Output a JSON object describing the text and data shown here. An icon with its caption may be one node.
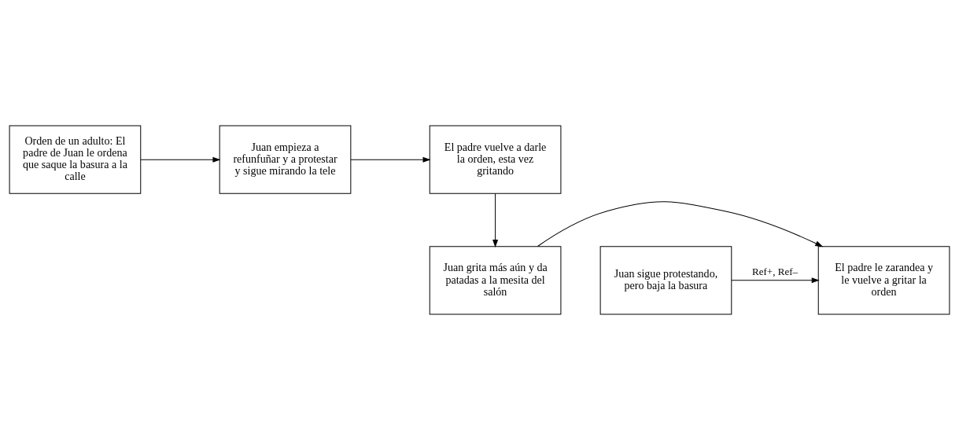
{
  "diagram": {
    "nodes": [
      {
        "text": [
          "Orden de un adulto: El padre de Juan le ordena que saque la basura a la calle"
        ]
      },
      {
        "text": [
          "Juan empieza a refunfuñar y a protestar y sigue mirando la tele"
        ]
      },
      {
        "text": [
          "El padre vuelve a darle la orden, esta vez gritando"
        ]
      },
      {
        "text": [
          "Juan grita más aún y da patadas a la mesita del salón"
        ]
      },
      {
        "text": [
          "El padre le zarandea y le vuelve a gritar la orden"
        ]
      },
      {
        "text": [
          "Juan sigue protestando, pero baja la basura"
        ]
      }
    ],
    "edges": [
      {
        "from": 0,
        "to": 1,
        "arrow": "to"
      },
      {
        "from": 1,
        "to": 2,
        "arrow": "to"
      },
      {
        "from": 2,
        "to": 3,
        "arrow": "to"
      },
      {
        "from": 3,
        "to": 4,
        "arrow": "to"
      },
      {
        "from": 5,
        "to": 4,
        "arrow": "to",
        "label": "Ref+, Ref–"
      }
    ]
  }
}
